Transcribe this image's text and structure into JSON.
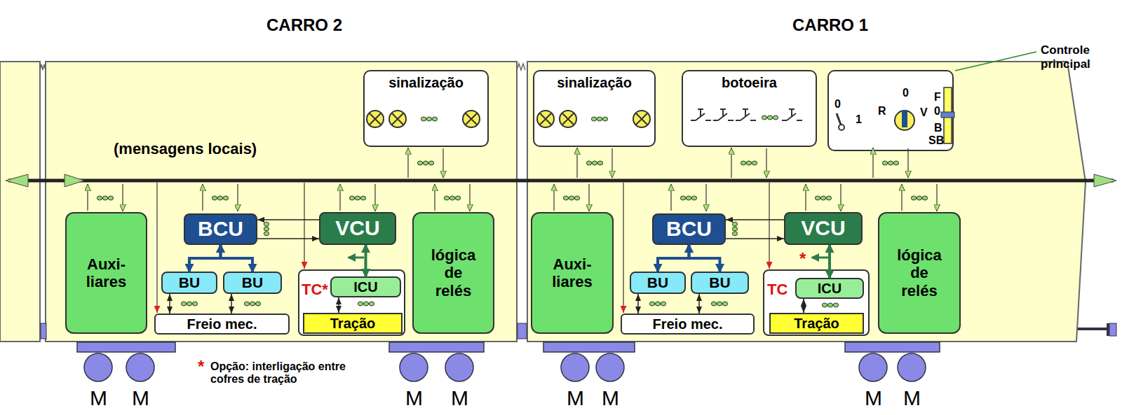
{
  "diagram": {
    "nodes": [
      {
        "text": [
          "sinalização"
        ]
      },
      {
        "text": [
          "Auxi- liares"
        ]
      },
      {
        "text": [
          "BCU"
        ]
      },
      {
        "text": [
          "VCU"
        ]
      },
      {
        "text": [
          "BU"
        ]
      },
      {
        "text": [
          "BU"
        ]
      },
      {
        "text": [
          "Freio mec."
        ]
      },
      {
        "text": [
          "TC*"
        ]
      },
      {
        "text": [
          "ICU"
        ],
        "in": 7
      },
      {
        "text": [
          "Tração"
        ],
        "in": 7
      },
      {
        "text": [
          "lógica de relés"
        ]
      },
      {
        "text": [
          "sinalização"
        ]
      },
      {
        "text": [
          "botoeira"
        ]
      },
      {
        "text": [
          "0",
          "1",
          "R",
          "0",
          "V",
          "F",
          "0",
          "B",
          "SB"
        ]
      },
      {
        "text": [
          "Auxi- liares"
        ]
      },
      {
        "text": [
          "BCU"
        ]
      },
      {
        "text": [
          "VCU"
        ]
      },
      {
        "text": [
          "BU"
        ]
      },
      {
        "text": [
          "BU"
        ]
      },
      {
        "text": [
          "Freio mec."
        ]
      },
      {
        "text": [
          "TC"
        ]
      },
      {
        "text": [
          "ICU"
        ],
        "in": 20
      },
      {
        "text": [
          "Tração"
        ],
        "in": 20
      },
      {
        "text": [
          "lógica de relés"
        ]
      }
    ],
    "edges": [
      {
        "from": 3,
        "to": 2,
        "arrow": "to"
      },
      {
        "from": 2,
        "to": 3,
        "arrow": "to"
      },
      {
        "from": 2,
        "to": 4,
        "arrow": "both"
      },
      {
        "from": 2,
        "to": 5,
        "arrow": "both"
      },
      {
        "from": 4,
        "to": 6,
        "arrow": "both"
      },
      {
        "from": 5,
        "to": 6,
        "arrow": "both"
      },
      {
        "from": 3,
        "to": 8,
        "arrow": "both"
      },
      {
        "from": 8,
        "to": 9,
        "arrow": "both"
      },
      {
        "from": 16,
        "to": 15,
        "arrow": "to"
      },
      {
        "from": 15,
        "to": 16,
        "arrow": "to"
      },
      {
        "from": 15,
        "to": 17,
        "arrow": "both"
      },
      {
        "from": 15,
        "to": 18,
        "arrow": "both"
      },
      {
        "from": 17,
        "to": 19,
        "arrow": "both"
      },
      {
        "from": 18,
        "to": 19,
        "arrow": "both"
      },
      {
        "from": 16,
        "to": 21,
        "arrow": "both"
      },
      {
        "from": 21,
        "to": 22,
        "arrow": "both"
      }
    ],
    "labels": [
      "CARRO 2",
      "CARRO 1",
      "Controle principal",
      "(mensagens locais)",
      "*",
      "*",
      "Opção: interligação entre cofres de tração",
      "M",
      "M",
      "M",
      "M",
      "M",
      "M",
      "M",
      "M"
    ]
  }
}
